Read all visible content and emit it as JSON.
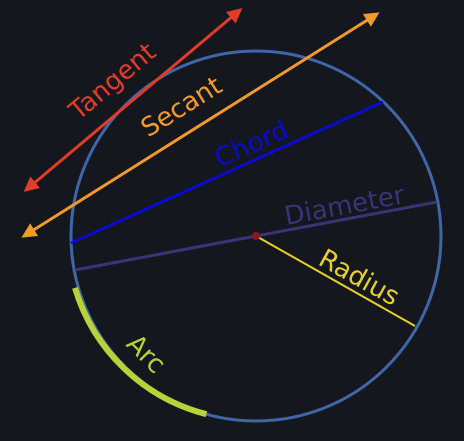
{
  "colors": {
    "background": "#14171d",
    "circle": "#3f66a8",
    "tangent": "#e23c28",
    "secant": "#f2992c",
    "chord": "#0a0ad0",
    "diameter": "#3a3477",
    "radius": "#e8cf2a",
    "arc": "#b9d23a",
    "center": "#8a1a1a"
  },
  "labels": {
    "tangent": "Tangent",
    "secant": "Secant",
    "chord": "Chord",
    "diameter": "Diameter",
    "radius": "Radius",
    "arc": "Arc"
  }
}
